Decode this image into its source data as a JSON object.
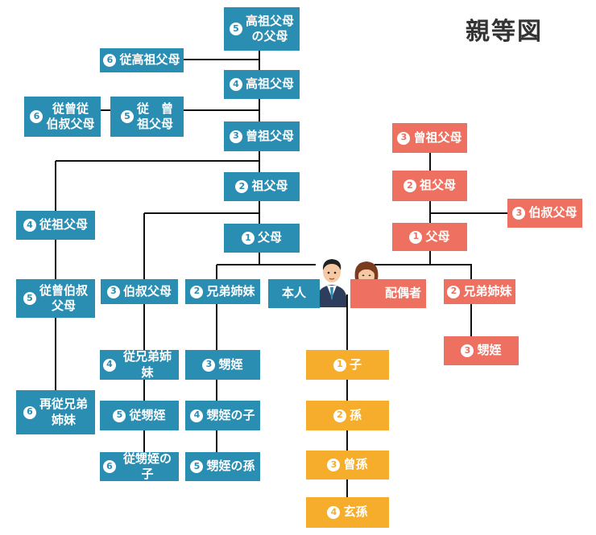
{
  "title": "親等図",
  "colors": {
    "blue": "#2a8db2",
    "red": "#ee7060",
    "orange": "#f6ad2c",
    "line": "#111111"
  },
  "self": {
    "label": "本人",
    "icon": "man-icon"
  },
  "spouse": {
    "label": "配偶者",
    "icon": "woman-icon"
  },
  "nodes": [
    {
      "key": "great-great-grandparents-parents",
      "num": "5",
      "label": "高祖父母\nの父母",
      "color": "blue"
    },
    {
      "key": "great-great-great-grand-uncle",
      "num": "6",
      "label": "従高祖父母",
      "color": "blue"
    },
    {
      "key": "great-great-grandparents",
      "num": "4",
      "label": "高祖父母",
      "color": "blue"
    },
    {
      "key": "great-grand-uncle-cousin",
      "num": "6",
      "label": "従曾従\n伯叔父母",
      "color": "blue"
    },
    {
      "key": "great-grand-uncle",
      "num": "5",
      "label": "従　曾\n祖父母",
      "color": "blue"
    },
    {
      "key": "great-grandparents",
      "num": "3",
      "label": "曾祖父母",
      "color": "blue"
    },
    {
      "key": "grandparents",
      "num": "2",
      "label": "祖父母",
      "color": "blue"
    },
    {
      "key": "grand-uncle",
      "num": "4",
      "label": "従祖父母",
      "color": "blue"
    },
    {
      "key": "parents",
      "num": "1",
      "label": "父母",
      "color": "blue"
    },
    {
      "key": "parent-cousin",
      "num": "5",
      "label": "従曾伯叔\n父母",
      "color": "blue"
    },
    {
      "key": "uncle-aunt",
      "num": "3",
      "label": "伯叔父母",
      "color": "blue"
    },
    {
      "key": "siblings",
      "num": "2",
      "label": "兄弟姉妹",
      "color": "blue"
    },
    {
      "key": "second-cousin",
      "num": "6",
      "label": "再従兄弟\n姉妹",
      "color": "blue"
    },
    {
      "key": "cousin",
      "num": "4",
      "label": "従兄弟姉妹",
      "color": "blue"
    },
    {
      "key": "nephew-niece",
      "num": "3",
      "label": "甥姪",
      "color": "blue"
    },
    {
      "key": "cousin-child",
      "num": "5",
      "label": "従甥姪",
      "color": "blue"
    },
    {
      "key": "nephew-niece-child",
      "num": "4",
      "label": "甥姪の子",
      "color": "blue"
    },
    {
      "key": "cousin-grandchild",
      "num": "6",
      "label": "従甥姪の子",
      "color": "blue"
    },
    {
      "key": "nephew-niece-grandchild",
      "num": "5",
      "label": "甥姪の孫",
      "color": "blue"
    },
    {
      "key": "spouse-great-grandparents",
      "num": "3",
      "label": "曾祖父母",
      "color": "red"
    },
    {
      "key": "spouse-grandparents",
      "num": "2",
      "label": "祖父母",
      "color": "red"
    },
    {
      "key": "spouse-uncle-aunt",
      "num": "3",
      "label": "伯叔父母",
      "color": "red"
    },
    {
      "key": "spouse-parents",
      "num": "1",
      "label": "父母",
      "color": "red"
    },
    {
      "key": "spouse-siblings",
      "num": "2",
      "label": "兄弟姉妹",
      "color": "red"
    },
    {
      "key": "spouse-nephew-niece",
      "num": "3",
      "label": "甥姪",
      "color": "red"
    },
    {
      "key": "child",
      "num": "1",
      "label": "子",
      "color": "orange"
    },
    {
      "key": "grandchild",
      "num": "2",
      "label": "孫",
      "color": "orange"
    },
    {
      "key": "great-grandchild",
      "num": "3",
      "label": "曾孫",
      "color": "orange"
    },
    {
      "key": "great-great-grandchild",
      "num": "4",
      "label": "玄孫",
      "color": "orange"
    }
  ]
}
